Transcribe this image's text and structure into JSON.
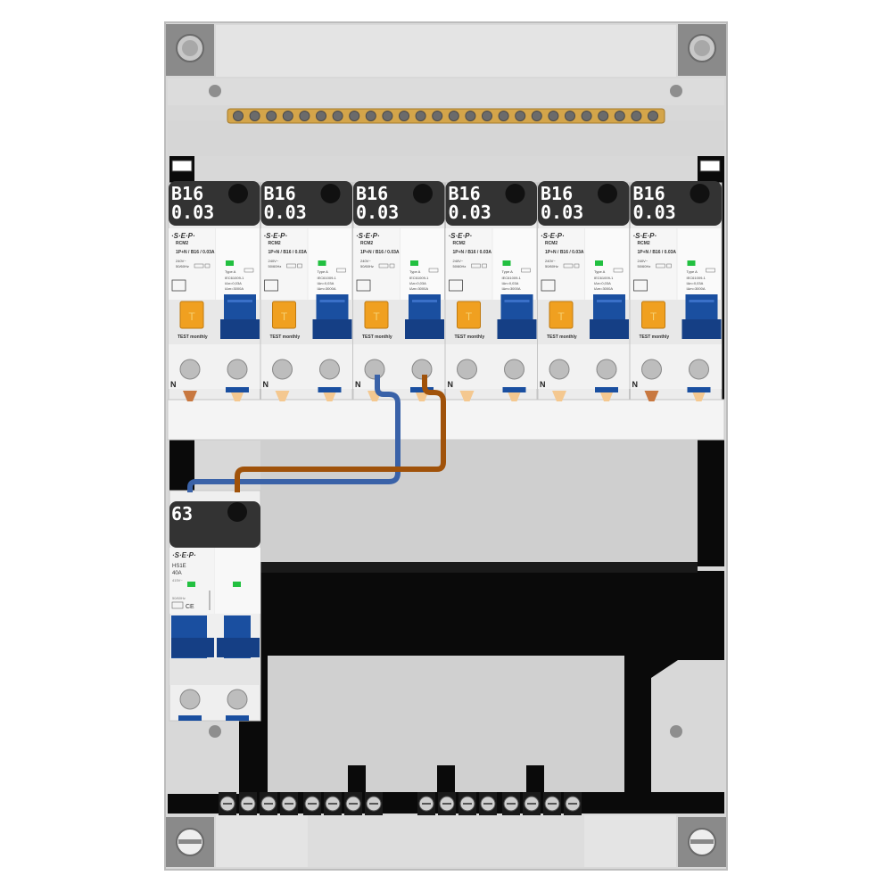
{
  "rcbo_units": [
    {
      "rating": "B16",
      "sensitivity": "0.03",
      "brand": "·S·E·P·",
      "model": "RCM2",
      "spec": "1P+N / B16 / 0.03A",
      "voltage": "240V~",
      "freq": "50/60Hz",
      "type_label": "Type A",
      "standard": "IEC61009-1",
      "idn": "IΔn=0,03A",
      "icn": "IΔm=3000A",
      "test_button": "T",
      "test_label": "TEST monthly",
      "neutral_label": "N"
    },
    {
      "rating": "B16",
      "sensitivity": "0.03",
      "brand": "·S·E·P·",
      "model": "RCM2",
      "spec": "1P+N / B16 / 0.03A",
      "voltage": "240V~",
      "freq": "50/60Hz",
      "type_label": "Type A",
      "standard": "IEC61009-1",
      "idn": "IΔn=0,03A",
      "icn": "IΔm=3000A",
      "test_button": "T",
      "test_label": "TEST monthly",
      "neutral_label": "N"
    },
    {
      "rating": "B16",
      "sensitivity": "0.03",
      "brand": "·S·E·P·",
      "model": "RCM2",
      "spec": "1P+N / B16 / 0.03A",
      "voltage": "240V~",
      "freq": "50/60Hz",
      "type_label": "Type A",
      "standard": "IEC61009-1",
      "idn": "IΔn=0,03A",
      "icn": "IΔm=3000A",
      "test_button": "T",
      "test_label": "TEST monthly",
      "neutral_label": "N"
    },
    {
      "rating": "B16",
      "sensitivity": "0.03",
      "brand": "·S·E·P·",
      "model": "RCM2",
      "spec": "1P+N / B16 / 0.03A",
      "voltage": "240V~",
      "freq": "50/60Hz",
      "type_label": "Type A",
      "standard": "IEC61009-1",
      "idn": "IΔn=0,03A",
      "icn": "IΔm=3000A",
      "test_button": "T",
      "test_label": "TEST monthly",
      "neutral_label": "N"
    },
    {
      "rating": "B16",
      "sensitivity": "0.03",
      "brand": "·S·E·P·",
      "model": "RCM2",
      "spec": "1P+N / B16 / 0.03A",
      "voltage": "240V~",
      "freq": "50/60Hz",
      "type_label": "Type A",
      "standard": "IEC61009-1",
      "idn": "IΔn=0,03A",
      "icn": "IΔm=3000A",
      "test_button": "T",
      "test_label": "TEST monthly",
      "neutral_label": "N"
    },
    {
      "rating": "B16",
      "sensitivity": "0.03",
      "brand": "·S·E·P·",
      "model": "RCM2",
      "spec": "1P+N / B16 / 0.03A",
      "voltage": "240V~",
      "freq": "50/60Hz",
      "type_label": "Type A",
      "standard": "IEC61009-1",
      "idn": "IΔn=0,03A",
      "icn": "IΔm=3000A",
      "test_button": "T",
      "test_label": "TEST monthly",
      "neutral_label": "N"
    }
  ],
  "main_switch": {
    "rating": "63",
    "brand": "·S·E·P·",
    "model": "HS1E",
    "current": "40A",
    "voltage": "415V~",
    "freq": "50/60Hz"
  },
  "colors": {
    "enclosure": "#d4d4d4",
    "busbar": "#d4a54a",
    "label_bg": "#333333",
    "toggle_blue": "#1a4fa0",
    "test_orange": "#f0a020",
    "indicator_green": "#22c040",
    "wire_blue": "#3a62a8",
    "wire_brown": "#a0520a",
    "rail_black": "#0a0a0a"
  }
}
